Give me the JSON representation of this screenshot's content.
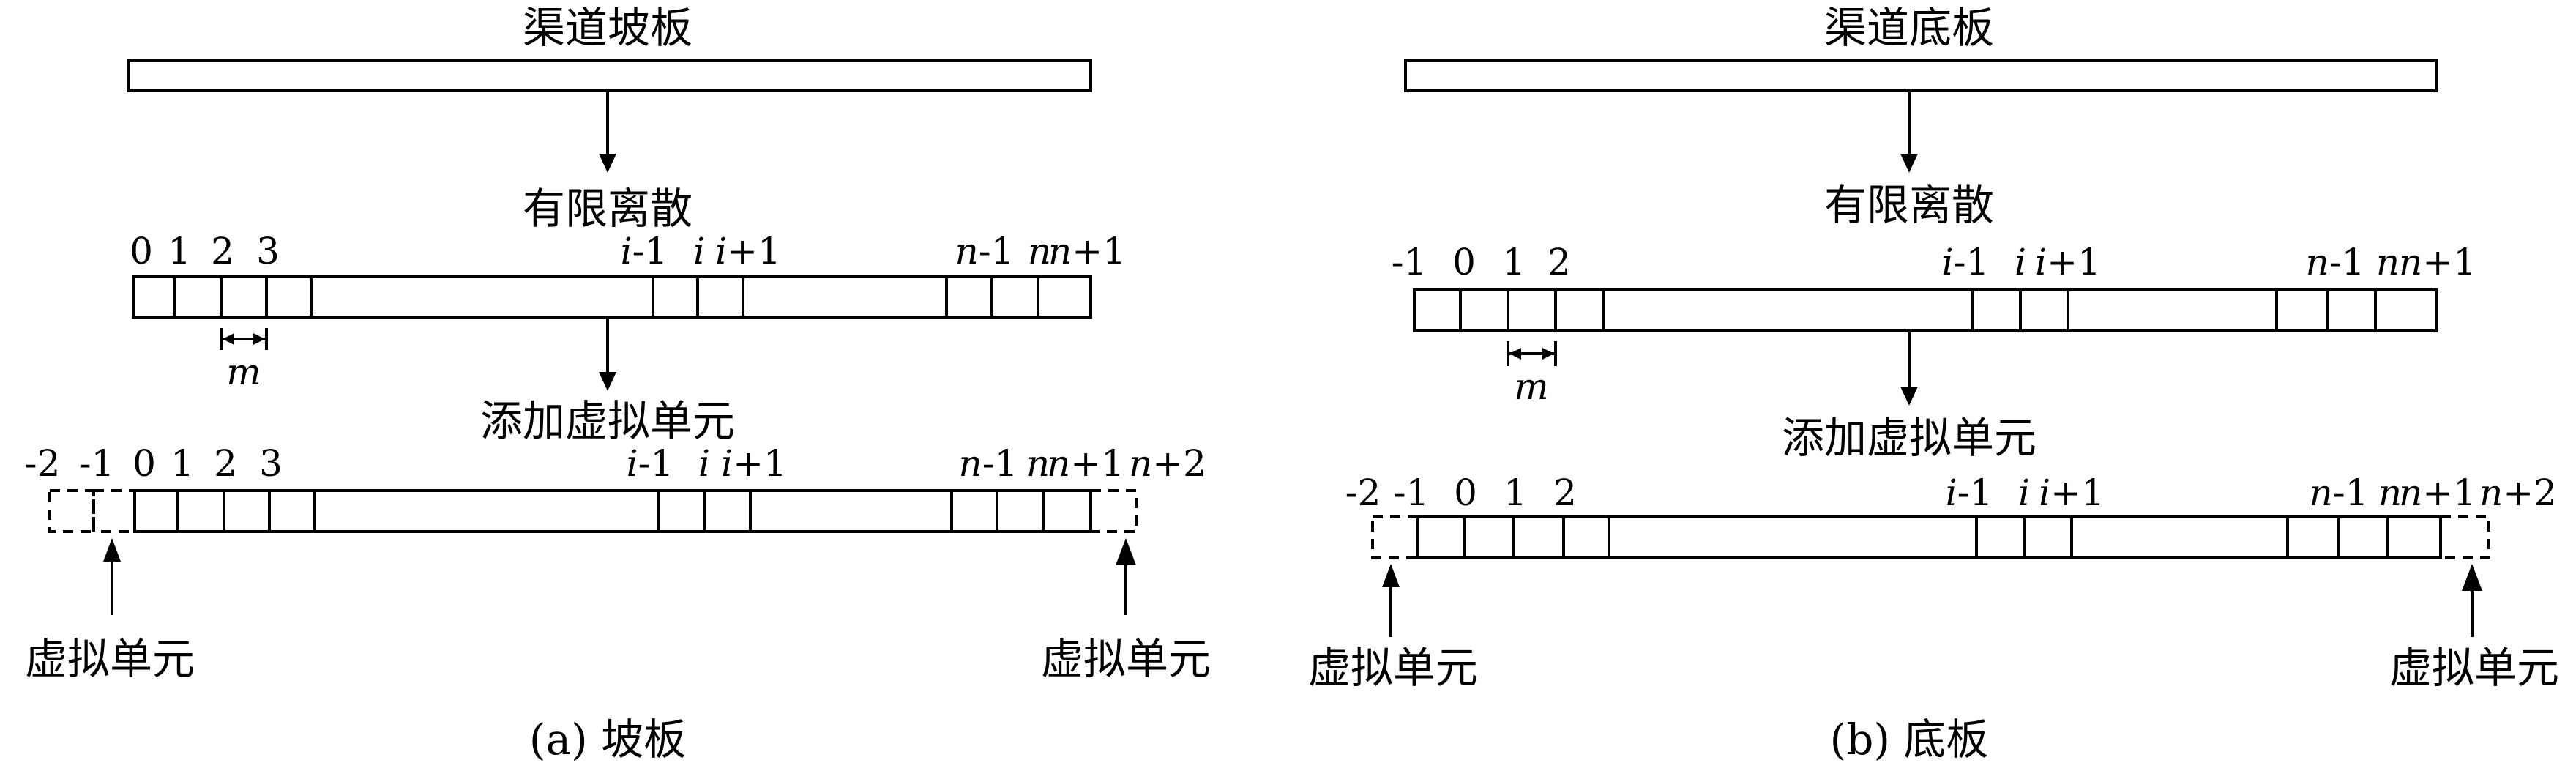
{
  "panels": [
    {
      "plate_label": "渠道坡板",
      "discretize_label": "有限离散",
      "add_ghost_label": "添加虚拟单元",
      "ghost_label_left": "虚拟单元",
      "ghost_label_right": "虚拟单元",
      "width_symbol": "m",
      "caption": "(a) 坡板",
      "discrete_indices": [
        "0",
        "1",
        "2",
        "3",
        "i-1",
        "i",
        "i+1",
        "n-1",
        "n",
        "n+1"
      ],
      "ghost_indices": [
        "-2",
        "-1",
        "0",
        "1",
        "2",
        "3",
        "i-1",
        "i",
        "i+1",
        "n-1",
        "n",
        "n+1",
        "n+2"
      ]
    },
    {
      "plate_label": "渠道底板",
      "discretize_label": "有限离散",
      "add_ghost_label": "添加虚拟单元",
      "ghost_label_left": "虚拟单元",
      "ghost_label_right": "虚拟单元",
      "width_symbol": "m",
      "caption": "(b) 底板",
      "discrete_indices": [
        "-1",
        "0",
        "1",
        "2",
        "i-1",
        "i",
        "i+1",
        "n-1",
        "n",
        "n+1"
      ],
      "ghost_indices": [
        "-2",
        "-1",
        "0",
        "1",
        "2",
        "i-1",
        "i",
        "i+1",
        "n-1",
        "n",
        "n+1",
        "n+2"
      ]
    }
  ]
}
